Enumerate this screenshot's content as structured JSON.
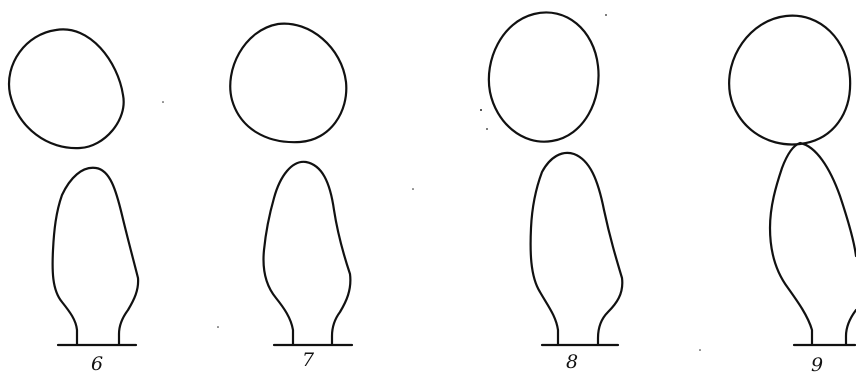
{
  "figure": {
    "panels": [
      {
        "label": "6"
      },
      {
        "label": "7"
      },
      {
        "label": "8"
      },
      {
        "label": "9"
      }
    ]
  }
}
